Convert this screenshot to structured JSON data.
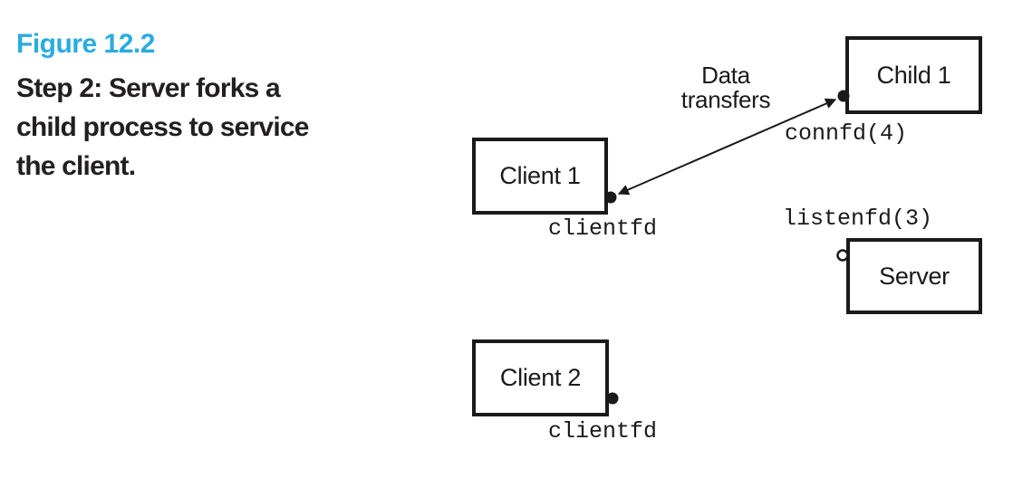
{
  "figure": {
    "label": "Figure 12.2",
    "caption_lines": [
      "Step 2: Server forks a",
      "child process to service",
      "the client."
    ]
  },
  "diagram": {
    "nodes": {
      "client1": {
        "label": "Client 1"
      },
      "child1": {
        "label": "Child 1"
      },
      "server": {
        "label": "Server"
      },
      "client2": {
        "label": "Client 2"
      }
    },
    "fd_labels": {
      "client1": "clientfd",
      "child1": "connfd(4)",
      "server": "listenfd(3)",
      "client2": "clientfd"
    },
    "arrow_label": {
      "line1": "Data",
      "line2": "transfers"
    }
  },
  "colors": {
    "figure_label_blue": "#29abe2",
    "caption_text": "#231f20",
    "diagram_ink": "#1a1a1a",
    "background": "#ffffff"
  }
}
